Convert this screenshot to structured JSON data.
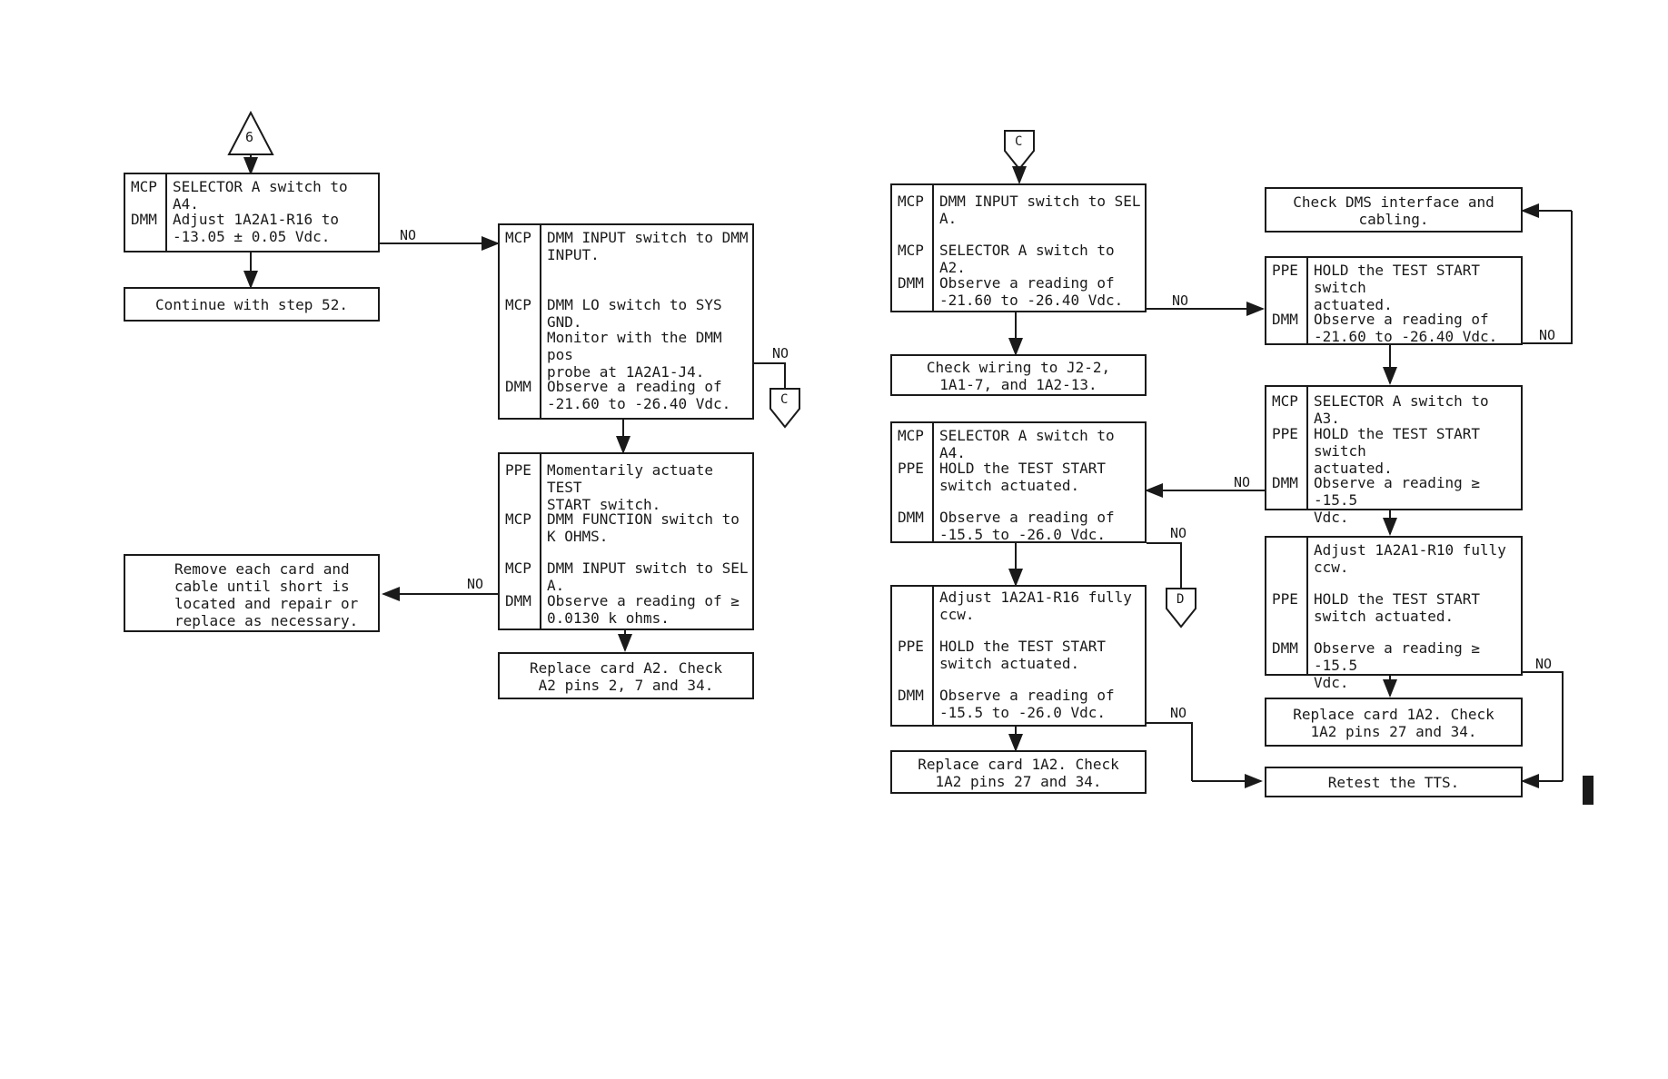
{
  "left": {
    "entry_label": "6",
    "box1": {
      "rows": [
        {
          "label": "MCP",
          "text": "SELECTOR A switch to A4."
        },
        {
          "label": "DMM",
          "text": "Adjust 1A2A1-R16 to\n  -13.05 ± 0.05 Vdc."
        }
      ]
    },
    "continue": "Continue with step 52.",
    "box2": {
      "rows": [
        {
          "label": "MCP",
          "text": "DMM INPUT switch to DMM\n  INPUT."
        },
        {
          "label": "MCP",
          "text": "DMM LO switch to SYS GND."
        },
        {
          "label": "",
          "text": "Monitor with the DMM pos\n  probe at 1A2A1-J4."
        },
        {
          "label": "DMM",
          "text": "Observe a reading of\n  -21.60 to -26.40 Vdc."
        }
      ]
    },
    "box3": {
      "rows": [
        {
          "label": "PPE",
          "text": "Momentarily actuate TEST\n  START switch."
        },
        {
          "label": "MCP",
          "text": "DMM FUNCTION switch to\n  K OHMS."
        },
        {
          "label": "MCP",
          "text": "DMM INPUT switch to SEL A."
        },
        {
          "label": "DMM",
          "text": "Observe a reading of ≥\n  0.0130 k ohms."
        }
      ]
    },
    "remove": "Remove each card and\n  cable until short is\n  located and repair or\n  replace as necessary.",
    "replace_a2": "Replace card A2.  Check\n  A2 pins 2, 7 and 34.",
    "connector_c": "C"
  },
  "right": {
    "entry_connector": "C",
    "box1": {
      "rows": [
        {
          "label": "MCP",
          "text": "DMM INPUT switch to SEL\n  A."
        },
        {
          "label": "MCP",
          "text": "SELECTOR A switch to A2."
        },
        {
          "label": "DMM",
          "text": "Observe a reading of\n  -21.60 to -26.40 Vdc."
        }
      ]
    },
    "check_wiring": "Check wiring to J2-2,\n  1A1-7, and 1A2-13.",
    "box2": {
      "rows": [
        {
          "label": "MCP",
          "text": "SELECTOR A switch to A4."
        },
        {
          "label": "PPE",
          "text": "HOLD the TEST START\n  switch actuated."
        },
        {
          "label": "DMM",
          "text": "Observe a reading of\n  -15.5 to -26.0 Vdc."
        }
      ]
    },
    "box3": {
      "rows": [
        {
          "label": "",
          "text": "Adjust 1A2A1-R16 fully\n  ccw."
        },
        {
          "label": "PPE",
          "text": "HOLD the TEST START\n  switch actuated."
        },
        {
          "label": "DMM",
          "text": "Observe a reading of\n  -15.5 to -26.0 Vdc."
        }
      ]
    },
    "replace_1a2_left": "Replace card 1A2.  Check\n  1A2 pins 27 and 34.",
    "connector_d": "D",
    "check_dms": "Check DMS interface and\n  cabling.",
    "box4": {
      "rows": [
        {
          "label": "PPE",
          "text": "HOLD the TEST START switch\n  actuated."
        },
        {
          "label": "DMM",
          "text": "Observe a reading of\n  -21.60 to -26.40 Vdc."
        }
      ]
    },
    "box5": {
      "rows": [
        {
          "label": "MCP",
          "text": "SELECTOR A switch to A3."
        },
        {
          "label": "PPE",
          "text": "HOLD the TEST START switch\n  actuated."
        },
        {
          "label": "DMM",
          "text": "Observe a reading ≥ -15.5\n  Vdc."
        }
      ]
    },
    "box6": {
      "rows": [
        {
          "label": "",
          "text": "Adjust 1A2A1-R10 fully\n  ccw."
        },
        {
          "label": "PPE",
          "text": "HOLD the TEST START\n  switch actuated."
        },
        {
          "label": "DMM",
          "text": "Observe a reading ≥ -15.5\n  Vdc."
        }
      ]
    },
    "replace_1a2_right": "Replace card 1A2.  Check\n  1A2 pins 27 and 34.",
    "retest": "Retest the TTS."
  },
  "no_label": "NO"
}
